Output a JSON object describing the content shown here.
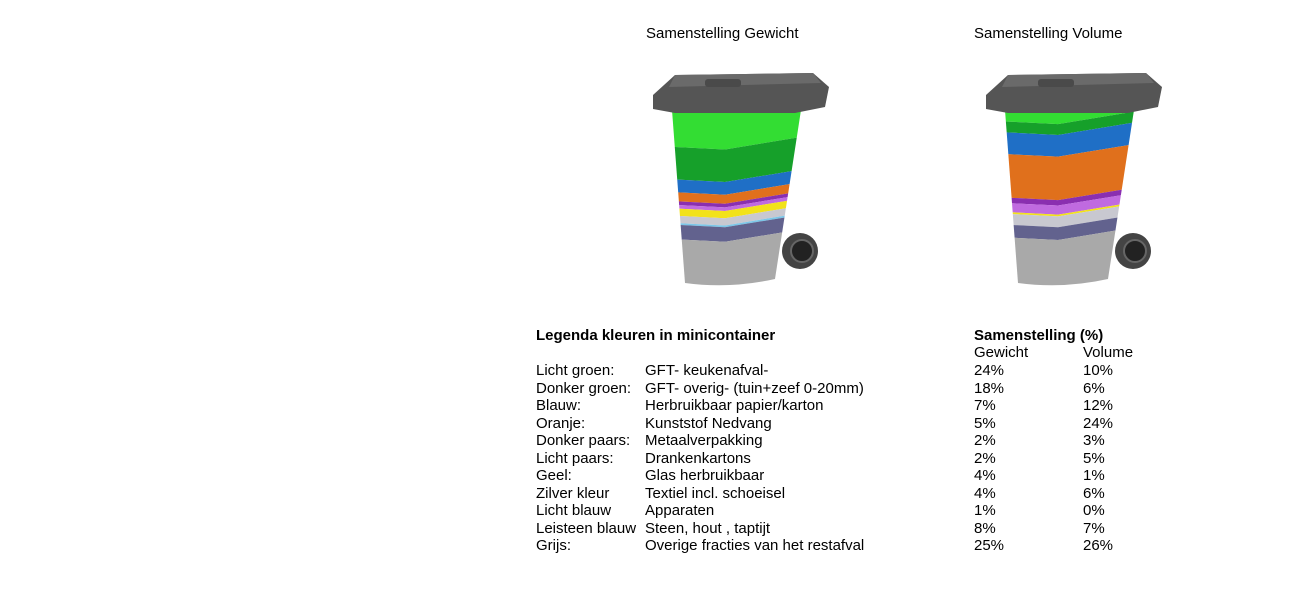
{
  "bins": [
    {
      "title": "Samenstelling Gewicht",
      "key": "weight"
    },
    {
      "title": "Samenstelling Volume",
      "key": "volume"
    }
  ],
  "legend": {
    "title": "Legenda kleuren in minicontainer",
    "table_title": "Samenstelling (%)",
    "col_weight": "Gewicht",
    "col_volume": "Volume",
    "rows": [
      {
        "color_name": "Licht groen:",
        "fraction": "GFT- keukenafval-",
        "weight": "24%",
        "volume": "10%",
        "color": "#33dd33"
      },
      {
        "color_name": "Donker groen:",
        "fraction": "GFT- overig- (tuin+zeef 0-20mm)",
        "weight": "18%",
        "volume": "6%",
        "color": "#16a02a"
      },
      {
        "color_name": "Blauw:",
        "fraction": "Herbruikbaar papier/karton",
        "weight": "7%",
        "volume": "12%",
        "color": "#1f6fc6"
      },
      {
        "color_name": "Oranje:",
        "fraction": "Kunststof Nedvang",
        "weight": "5%",
        "volume": "24%",
        "color": "#e0701c"
      },
      {
        "color_name": "Donker paars:",
        "fraction": "Metaalverpakking",
        "weight": "2%",
        "volume": "3%",
        "color": "#8a2fb0"
      },
      {
        "color_name": "Licht paars:",
        "fraction": "Drankenkartons",
        "weight": "2%",
        "volume": "5%",
        "color": "#c06ae0"
      },
      {
        "color_name": "Geel:",
        "fraction": "Glas herbruikbaar",
        "weight": "4%",
        "volume": "1%",
        "color": "#f2e21a"
      },
      {
        "color_name": "Zilver kleur",
        "fraction": "Textiel incl. schoeisel",
        "weight": "4%",
        "volume": "6%",
        "color": "#c8c8d0"
      },
      {
        "color_name": "Licht blauw",
        "fraction": "Apparaten",
        "weight": "1%",
        "volume": "0%",
        "color": "#7cc6e8"
      },
      {
        "color_name": "Leisteen blauw",
        "fraction": "Steen, hout , taptijt",
        "weight": "8%",
        "volume": "7%",
        "color": "#62628e"
      },
      {
        "color_name": "Grijs:",
        "fraction": "Overige fracties van het restafval",
        "weight": "25%",
        "volume": "26%",
        "color": "#a9a9a9"
      }
    ]
  }
}
